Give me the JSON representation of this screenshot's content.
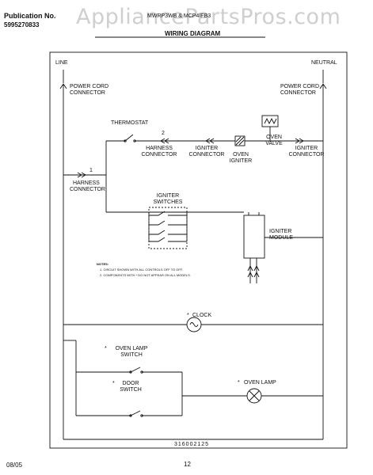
{
  "header": {
    "publication_label": "Publication No.",
    "publication_number": "5995270833",
    "model_text": "MWRP3WB & MCP4IFB3",
    "title": "WIRING DIAGRAM",
    "watermark": "AppliancePartsPros.com"
  },
  "labels": {
    "line": "LINE",
    "neutral": "NEUTRAL",
    "power_cord_left": [
      "POWER CORD",
      "CONNECTOR"
    ],
    "power_cord_right": [
      "POWER CORD",
      "CONNECTOR"
    ],
    "thermostat": "THERMOSTAT",
    "harness_connector_top": [
      "HARNESS",
      "CONNECTOR"
    ],
    "igniter_connector_left": [
      "IGNITER",
      "CONNECTOR"
    ],
    "oven_igniter": [
      "OVEN",
      "IGNITER"
    ],
    "oven_valve": [
      "OVEN",
      "VALVE"
    ],
    "igniter_connector_right": [
      "IGNITER",
      "CONNECTOR"
    ],
    "harness_connector_left": [
      "HARNESS",
      "CONNECTOR"
    ],
    "igniter_switches": [
      "IGNITER",
      "SWITCHES"
    ],
    "igniter_module": [
      "IGNITER",
      "MODULE"
    ],
    "clock": "CLOCK",
    "oven_lamp_switch": [
      "OVEN LAMP",
      "SWITCH"
    ],
    "door_switch": [
      "DOOR",
      "SWITCH"
    ],
    "oven_lamp": "OVEN LAMP",
    "num_1": "1",
    "num_2": "2",
    "asterisk": "*"
  },
  "notes": {
    "heading": "NOTES:",
    "line1": "1. CIRCUIT SHOWN WITH ALL CONTROLS OFF TO OFF.",
    "line2": "2. COMPONENTS WITH * DO NOT APPEAR ON ALL MODELS."
  },
  "diagram_number": "316002125",
  "footer": {
    "date": "08/05",
    "page": "12"
  }
}
